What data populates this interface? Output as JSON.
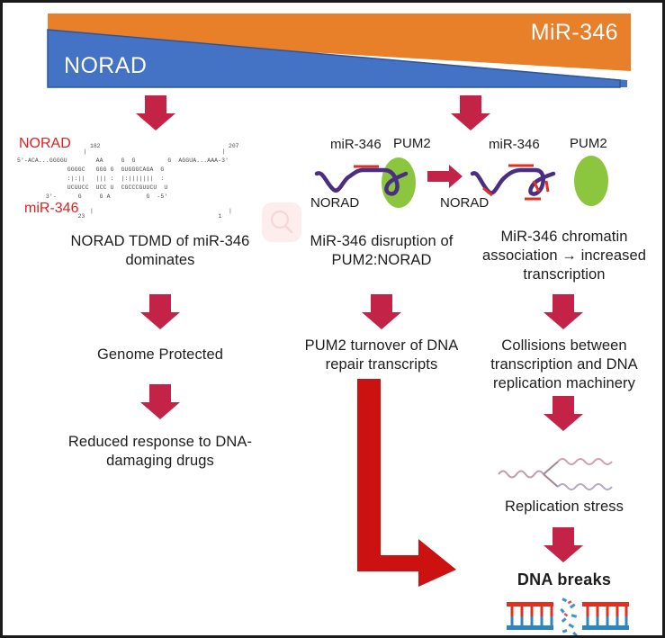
{
  "figure": {
    "title": "NORAD / miR-346 DNA damage response pathway schematic"
  },
  "header": {
    "left_label": "NORAD",
    "right_label": "MiR-346",
    "colors": {
      "norad_blue": "#4472C4",
      "mir_orange": "#E8802A"
    }
  },
  "alignment": {
    "top_label": "NORAD",
    "bottom_label": "miR-346",
    "coord_left": "182",
    "coord_right": "207",
    "coord_bottom_left": "23",
    "coord_bottom_right": "1",
    "line1": "5'-ACA...GGGGU        AA     G  G         G  AGGUA...AAA-3'",
    "line2": "              GGGGC   GGG G  GUGGGCAGA  G",
    "line3": "              :|:||   ||| :  |:|||||||  :",
    "line4": "              UCUUCC  UCC U  CGCCCGUUCU  U",
    "line5": "        3'-      G     G A          G  -5'"
  },
  "panels": {
    "middle": {
      "mir_label": "miR-346",
      "pum2_label": "PUM2",
      "norad_label": "NORAD"
    },
    "right": {
      "mir_label": "miR-346",
      "pum2_label": "PUM2",
      "norad_label": "NORAD"
    }
  },
  "nodes": {
    "left": [
      {
        "id": "left-1",
        "text": "NORAD TDMD of miR-346 dominates"
      },
      {
        "id": "left-2",
        "text": "Genome Protected"
      },
      {
        "id": "left-3",
        "text": "Reduced response to DNA-damaging drugs"
      }
    ],
    "middle": [
      {
        "id": "mid-1",
        "text": "MiR-346 disruption of PUM2:NORAD"
      },
      {
        "id": "mid-2",
        "text": "PUM2 turnover of DNA repair transcripts"
      }
    ],
    "right": [
      {
        "id": "right-1",
        "text": "MiR-346 chromatin association → increased transcription"
      },
      {
        "id": "right-2",
        "text": "Collisions between transcription and DNA replication machinery"
      },
      {
        "id": "right-3",
        "text": "Replication stress"
      },
      {
        "id": "right-4",
        "text": "DNA breaks"
      }
    ]
  },
  "colors": {
    "block_arrow": "#C42348",
    "elbow_arrow": "#CC1111",
    "pum2_green": "#8CC63E",
    "rna_purple": "#4B2D83",
    "binding_red": "#E03020",
    "dna_top": "#E03020",
    "dna_bottom": "#2E86C1"
  }
}
